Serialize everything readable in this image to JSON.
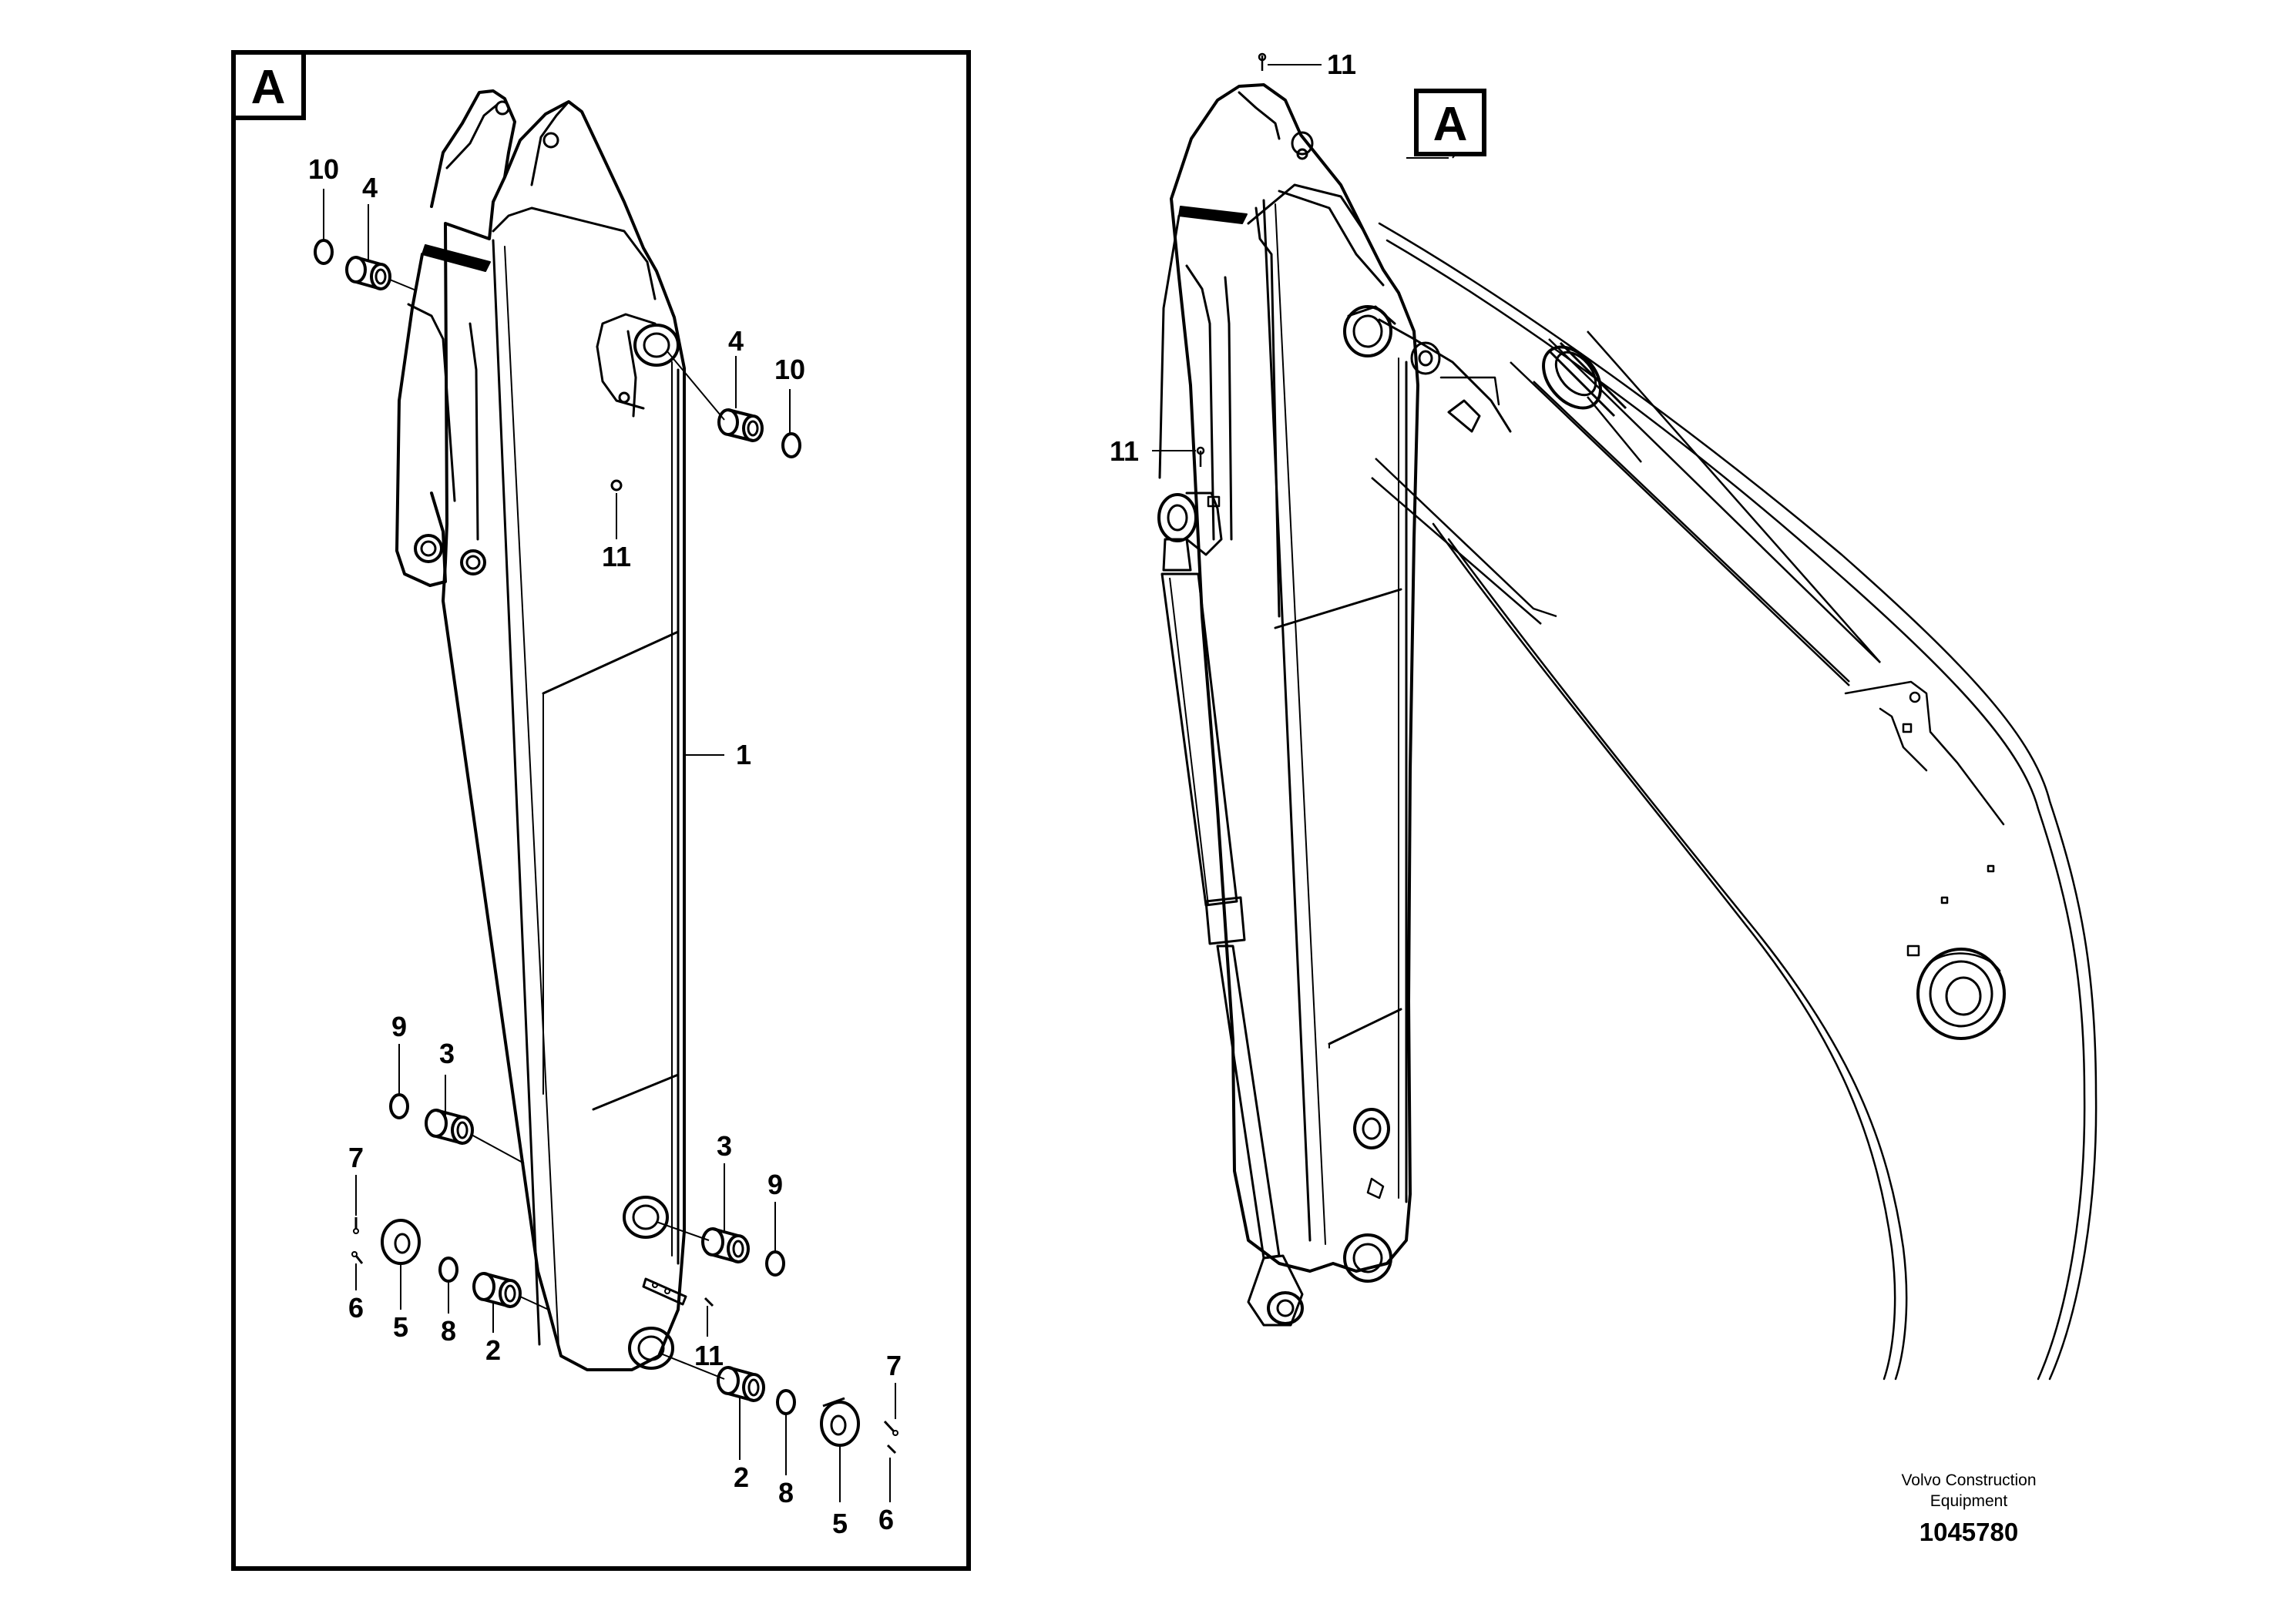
{
  "view_marker": "A",
  "callouts": {
    "c1": "1",
    "c2": "2",
    "c3": "3",
    "c4": "4",
    "c5": "5",
    "c6": "6",
    "c7": "7",
    "c8": "8",
    "c9": "9",
    "c10": "10",
    "c11": "11"
  },
  "footer": {
    "company_line1": "Volvo Construction",
    "company_line2": "Equipment",
    "document_number": "1045780"
  }
}
